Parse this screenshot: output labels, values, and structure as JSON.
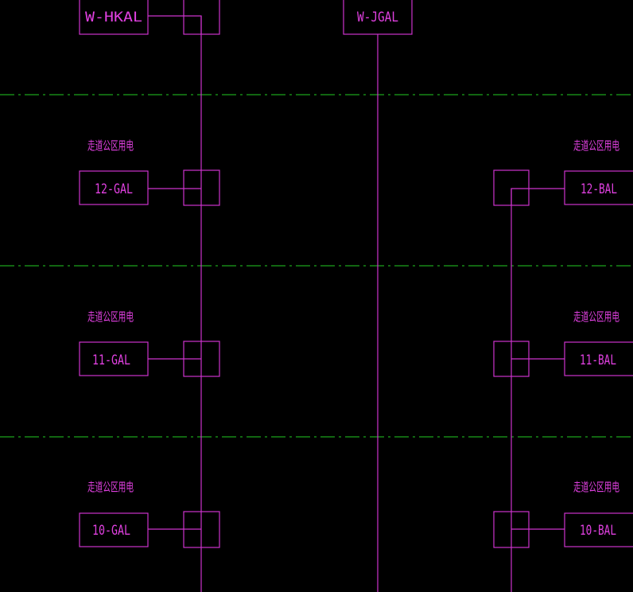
{
  "drawing": {
    "colors": {
      "background": "#000000",
      "line": "#cc33cc",
      "text": "#e040e0",
      "floor_line": "#22cc22"
    },
    "boxes": {
      "w_hkal": "W-HKAL",
      "w_jgal": "W-JGAL",
      "g12": "12-GAL",
      "g11": "11-GAL",
      "g10": "10-GAL",
      "b12": "12-BAL",
      "b11": "11-BAL",
      "b10": "10-BAL"
    },
    "notes": {
      "g12": "走道公区用电",
      "g11": "走道公区用电",
      "g10": "走道公区用电",
      "b12": "走道公区用电",
      "b11": "走道公区用电",
      "b10": "走道公区用电"
    }
  }
}
